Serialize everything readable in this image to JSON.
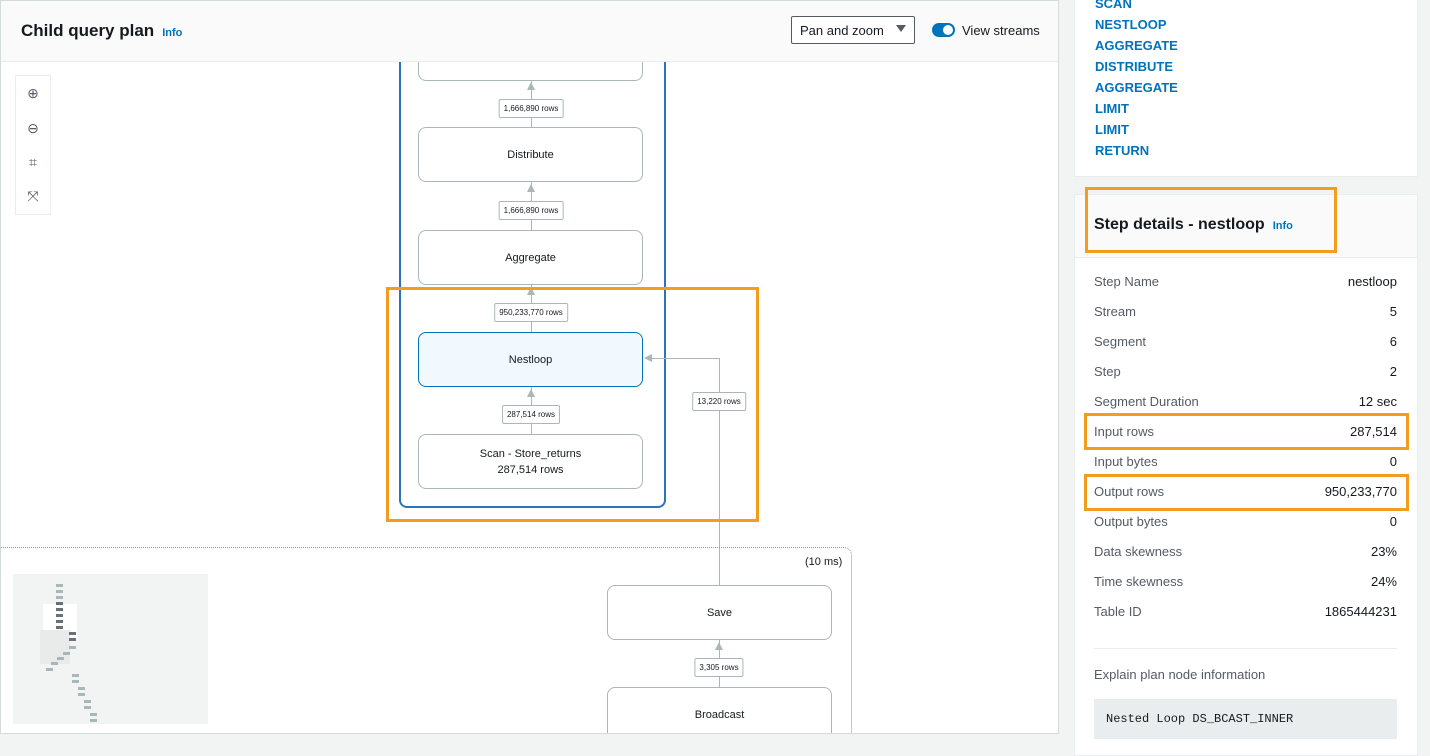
{
  "plan": {
    "title": "Child query plan",
    "info": "Info",
    "view_mode": "Pan and zoom",
    "view_streams_label": "View streams",
    "view_streams_on": true,
    "tools": [
      "zoom-in",
      "zoom-out",
      "fit",
      "fullscreen"
    ],
    "nodes": {
      "distribute": "Distribute",
      "aggregate": "Aggregate",
      "nestloop": "Nestloop",
      "scan": "Scan - Store_returns",
      "scan_rows": "287,514 rows",
      "save": "Save",
      "broadcast": "Broadcast"
    },
    "edges": {
      "e1": "1,666,890 rows",
      "e2": "1,666,890 rows",
      "e3": "950,233,770 rows",
      "e4": "287,514 rows",
      "e5": "13,220 rows",
      "e6": "3,305 rows"
    },
    "stream_time": "(10 ms)"
  },
  "steps_list": [
    "SCAN",
    "NESTLOOP",
    "AGGREGATE",
    "DISTRIBUTE",
    "AGGREGATE",
    "LIMIT",
    "LIMIT",
    "RETURN"
  ],
  "details": {
    "title": "Step details - nestloop",
    "info": "Info",
    "rows": [
      {
        "k": "Step Name",
        "v": "nestloop"
      },
      {
        "k": "Stream",
        "v": "5"
      },
      {
        "k": "Segment",
        "v": "6"
      },
      {
        "k": "Step",
        "v": "2"
      },
      {
        "k": "Segment Duration",
        "v": "12 sec"
      },
      {
        "k": "Input rows",
        "v": "287,514"
      },
      {
        "k": "Input bytes",
        "v": "0"
      },
      {
        "k": "Output rows",
        "v": "950,233,770"
      },
      {
        "k": "Output bytes",
        "v": "0"
      },
      {
        "k": "Data skewness",
        "v": "23%"
      },
      {
        "k": "Time skewness",
        "v": "24%"
      },
      {
        "k": "Table ID",
        "v": "1865444231"
      }
    ],
    "explain_label": "Explain plan node information",
    "explain": "Nested Loop DS_BCAST_INNER"
  },
  "colors": {
    "accent": "#0073bb",
    "highlight": "#f29d1e"
  }
}
